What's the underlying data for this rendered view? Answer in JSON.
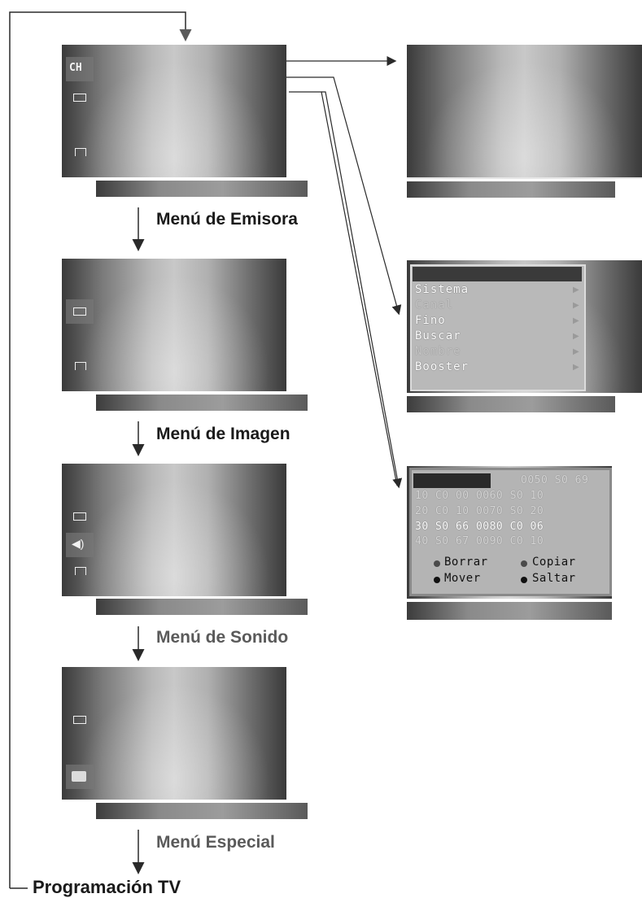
{
  "colors": {
    "line": "#2a2a2a",
    "arrow": "#5a5a5a",
    "label": "#1a1a1a",
    "label_muted": "#5a5a5a"
  },
  "labels": {
    "menu_emisora": "Menú de Emisora",
    "menu_imagen": "Menú de Imagen",
    "menu_sonido": "Menú de Sonido",
    "menu_especial": "Menú Especial",
    "programacion_tv": "Programación TV"
  },
  "screen1": {
    "ch_icon_text": "CH",
    "icons": [
      "ch-icon",
      "screen-icon",
      "stand-icon"
    ]
  },
  "screen2": {
    "icons": [
      "screen-icon-selected",
      "stand-icon"
    ]
  },
  "screen3": {
    "icons": [
      "screen-icon",
      "speaker-icon-selected",
      "stand-icon"
    ]
  },
  "screen4": {
    "icons": [
      "screen-icon",
      "special-icon-selected"
    ]
  },
  "station_menu": {
    "items": [
      {
        "label": "Sistema"
      },
      {
        "label": "Canal"
      },
      {
        "label": "Fino"
      },
      {
        "label": "Buscar"
      },
      {
        "label": "Nombre"
      },
      {
        "label": "Booster"
      }
    ]
  },
  "program_table": {
    "rows": [
      "0050 S0 69",
      "10 C0 00 0060 S0 10",
      "20 C0 10 0070 S0 20",
      "30 S0 66 0080 C0 06",
      "40 S0 67 0090 C0 10"
    ],
    "commands": {
      "borrar": "Borrar",
      "copiar": "Copiar",
      "mover": "Mover",
      "saltar": "Saltar"
    }
  }
}
